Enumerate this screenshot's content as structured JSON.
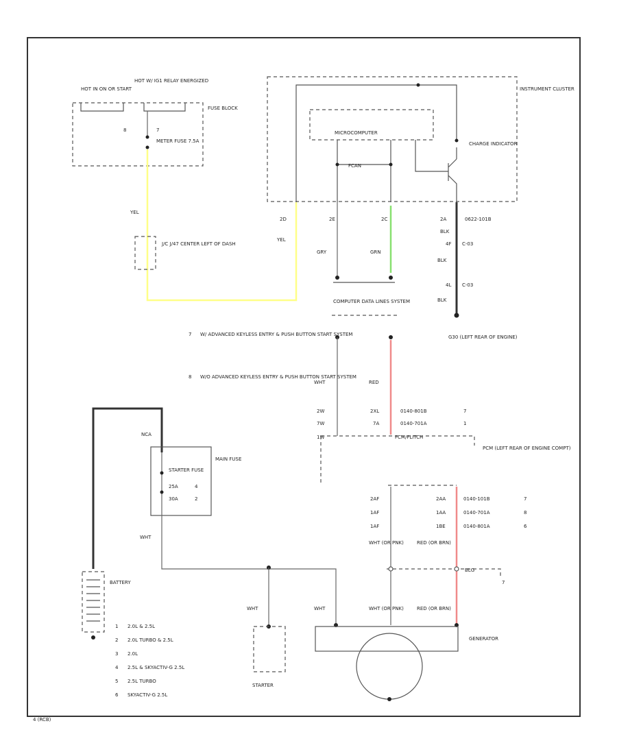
{
  "labels": {
    "hot_in_on": "HOT IN ON OR START",
    "hot_ig1_relay": "HOT W/ IG1 RELAY ENERGIZED",
    "fuse_block": "FUSE BLOCK",
    "meter_fuse": "METER FUSE 7.5A",
    "pin_a": "8",
    "pin_b": "7",
    "yel_1": "YEL",
    "yel_2": "YEL",
    "jc": "J/C J/47 CENTER LEFT OF DASH",
    "instrument_cluster": "INSTRUMENT CLUSTER",
    "micro": "MICROCOMPUTER",
    "fcan": "FCAN",
    "charge_indicator": "CHARGE INDICATOR",
    "p_2d": "2D",
    "p_2e": "2E",
    "p_2c": "2C",
    "p_2a": "2A",
    "gry": "GRY",
    "grn": "GRN",
    "blk_1": "BLK",
    "blk_2": "BLK",
    "blk_3": "BLK",
    "gnd_code_1": "0622-101B",
    "c_4f": "4F",
    "c_03a": "C-03",
    "c_4l": "4L",
    "c_03b": "C-03",
    "g": "G30 (LEFT REAR OF ENGINE)",
    "data_lines": "COMPUTER DATA LINES SYSTEM",
    "note_7": "7",
    "note_7_text": "W/ ADVANCED KEYLESS ENTRY & PUSH BUTTON START SYSTEM",
    "note_8": "8",
    "note_8_text": "W/O ADVANCED KEYLESS ENTRY & PUSH BUTTON START SYSTEM",
    "wht_1": "WHT",
    "red_1": "RED",
    "p_2w": "2W",
    "p_2xl": "2XL",
    "p_7w": "7W",
    "p_7a": "7A",
    "p_1w": "1W",
    "code_a": "0140-801B",
    "code_a_num": "7",
    "code_b": "0140-701A",
    "code_b_num": "1",
    "fcm": "FCM/FLITCH",
    "pcm": "PCM (LEFT REAR OF ENGINE COMPT)",
    "nca": "NCA",
    "main_fuse": "MAIN FUSE",
    "starter_fuse": "STARTER FUSE",
    "amp_25": "25A",
    "amp_25_num": "4",
    "amp_30": "30A",
    "amp_30_num": "2",
    "wht_2": "WHT",
    "p_2af": "2AF",
    "p_2aa": "2AA",
    "p_1af": "1AF",
    "p_1aa": "1AA",
    "p_1f": "1AF",
    "p_1be": "1BE",
    "code_c": "0140-101B",
    "code_c_num": "7",
    "code_d": "0140-701A",
    "code_d_num": "8",
    "code_e": "0140-801A",
    "code_e_num": "6",
    "wht_or_pnk_1": "WHT (OR PNK)",
    "red_or_brn_1": "RED (OR BRN)",
    "blg": "BLG",
    "blg_num": "7",
    "battery": "BATTERY",
    "wht_3": "WHT",
    "wht_4": "WHT",
    "wht_or_pnk_2": "WHT (OR PNK)",
    "red_or_brn_2": "RED (OR BRN)",
    "generator": "GENERATOR",
    "starter": "STARTER",
    "footnote": "4 (RCB)"
  },
  "legend": [
    {
      "num": "1",
      "text": "2.0L & 2.5L"
    },
    {
      "num": "2",
      "text": "2.0L TURBO & 2.5L"
    },
    {
      "num": "3",
      "text": "2.0L"
    },
    {
      "num": "4",
      "text": "2.5L & SKYACTIV-G 2.5L"
    },
    {
      "num": "5",
      "text": "2.5L TURBO"
    },
    {
      "num": "6",
      "text": "SKYACTIV-G 2.5L"
    }
  ],
  "colors": {
    "yel": "#ffff88",
    "grn": "#88e070",
    "red": "#f08a8a"
  }
}
